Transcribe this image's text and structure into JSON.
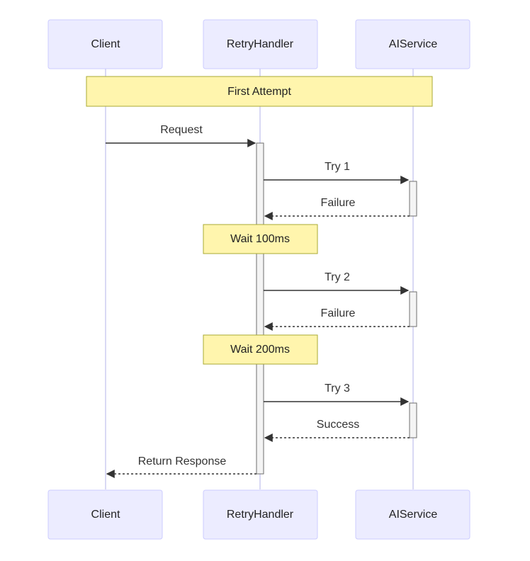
{
  "actors": {
    "client": "Client",
    "retry_handler": "RetryHandler",
    "ai_service": "AIService"
  },
  "notes": {
    "first_attempt": "First Attempt",
    "wait_1": "Wait 100ms",
    "wait_2": "Wait 200ms"
  },
  "messages": {
    "request": "Request",
    "try_1": "Try 1",
    "failure_1": "Failure",
    "try_2": "Try 2",
    "failure_2": "Failure",
    "try_3": "Try 3",
    "success": "Success",
    "return_response": "Return Response"
  },
  "colors": {
    "actor_fill": "#ececff",
    "actor_stroke": "#ccccff",
    "note_fill": "#fff5ad",
    "note_stroke": "#aaaa33",
    "line": "#333333"
  }
}
